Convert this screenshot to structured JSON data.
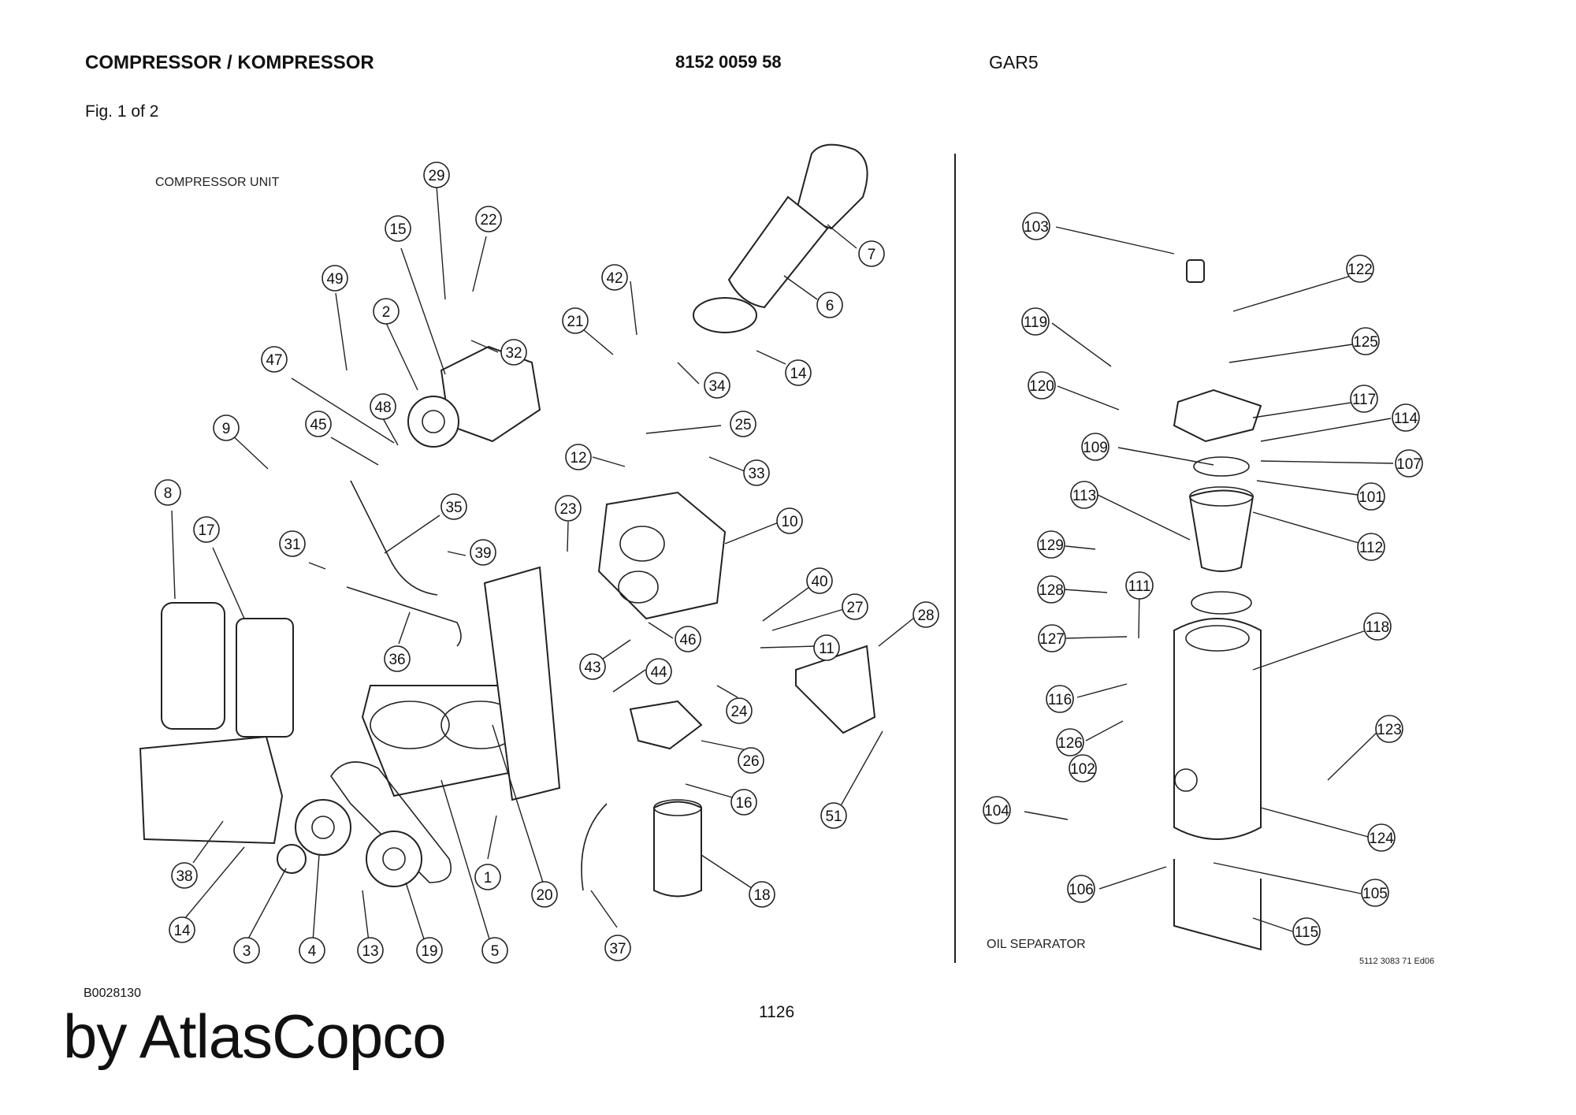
{
  "header": {
    "title": "COMPRESSOR / KOMPRESSOR",
    "part_number": "8152 0059 58",
    "model": "GAR5",
    "figure": "Fig. 1 of 2"
  },
  "sections": {
    "left": "COMPRESSOR UNIT",
    "right": "OIL SEPARATOR"
  },
  "drawing_ref": "5112 3083 71 Ed06",
  "footer": {
    "doc_code": "B0028130",
    "page": "1126",
    "brand": "by AtlasCopco"
  },
  "callouts": [
    {
      "label": "29"
    },
    {
      "label": "22"
    },
    {
      "label": "15"
    },
    {
      "label": "49"
    },
    {
      "label": "2"
    },
    {
      "label": "32"
    },
    {
      "label": "47"
    },
    {
      "label": "48"
    },
    {
      "label": "9"
    },
    {
      "label": "45"
    },
    {
      "label": "8"
    },
    {
      "label": "17"
    },
    {
      "label": "35"
    },
    {
      "label": "31"
    },
    {
      "label": "39"
    },
    {
      "label": "36"
    },
    {
      "label": "38"
    },
    {
      "label": "14"
    },
    {
      "label": "3"
    },
    {
      "label": "4"
    },
    {
      "label": "13"
    },
    {
      "label": "19"
    },
    {
      "label": "5"
    },
    {
      "label": "1"
    },
    {
      "label": "20"
    },
    {
      "label": "37"
    },
    {
      "label": "7"
    },
    {
      "label": "6"
    },
    {
      "label": "42"
    },
    {
      "label": "21"
    },
    {
      "label": "34"
    },
    {
      "label": "14"
    },
    {
      "label": "25"
    },
    {
      "label": "12"
    },
    {
      "label": "33"
    },
    {
      "label": "23"
    },
    {
      "label": "10"
    },
    {
      "label": "40"
    },
    {
      "label": "27"
    },
    {
      "label": "28"
    },
    {
      "label": "11"
    },
    {
      "label": "46"
    },
    {
      "label": "43"
    },
    {
      "label": "44"
    },
    {
      "label": "24"
    },
    {
      "label": "26"
    },
    {
      "label": "16"
    },
    {
      "label": "51"
    },
    {
      "label": "18"
    },
    {
      "label": "103"
    },
    {
      "label": "122"
    },
    {
      "label": "119"
    },
    {
      "label": "125"
    },
    {
      "label": "120"
    },
    {
      "label": "117"
    },
    {
      "label": "114"
    },
    {
      "label": "109"
    },
    {
      "label": "107"
    },
    {
      "label": "113"
    },
    {
      "label": "101"
    },
    {
      "label": "112"
    },
    {
      "label": "129"
    },
    {
      "label": "111"
    },
    {
      "label": "128"
    },
    {
      "label": "118"
    },
    {
      "label": "127"
    },
    {
      "label": "116"
    },
    {
      "label": "126"
    },
    {
      "label": "102"
    },
    {
      "label": "123"
    },
    {
      "label": "104"
    },
    {
      "label": "124"
    },
    {
      "label": "106"
    },
    {
      "label": "105"
    },
    {
      "label": "115"
    }
  ]
}
